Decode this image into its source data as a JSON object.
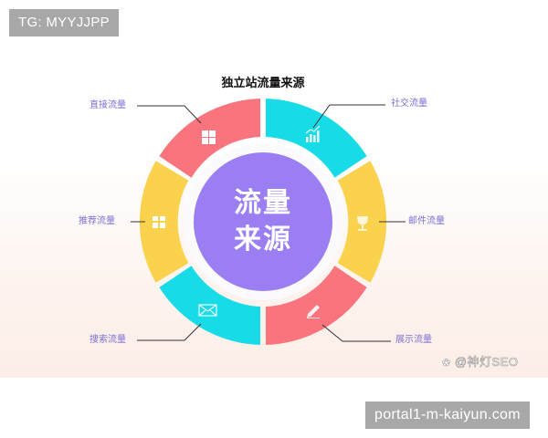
{
  "watermarks": {
    "top": "TG: MYYJJPP",
    "bottom": "portal1-m-kaiyun.com"
  },
  "diagram": {
    "title": "独立站流量来源",
    "center": {
      "line1": "流量",
      "line2": "来源",
      "color": "#9b7ef2"
    },
    "segments": [
      {
        "label": "直接流量",
        "icon": "grid-four-squares-icon",
        "color": "#f9747c",
        "position": "top-left"
      },
      {
        "label": "社交流量",
        "icon": "bar-chart-trend-icon",
        "color": "#17dbe6",
        "position": "top-right"
      },
      {
        "label": "邮件流量",
        "icon": "trophy-icon",
        "color": "#fbd24e",
        "position": "right"
      },
      {
        "label": "展示流量",
        "icon": "pencil-icon",
        "color": "#f9747c",
        "position": "bottom-right"
      },
      {
        "label": "搜索流量",
        "icon": "envelope-icon",
        "color": "#17dbe6",
        "position": "bottom-left"
      },
      {
        "label": "推荐流量",
        "icon": "people-icon",
        "color": "#fbd24e",
        "position": "left"
      }
    ],
    "label_color": "#7b6fd6",
    "credit": "@神灯SEO"
  }
}
